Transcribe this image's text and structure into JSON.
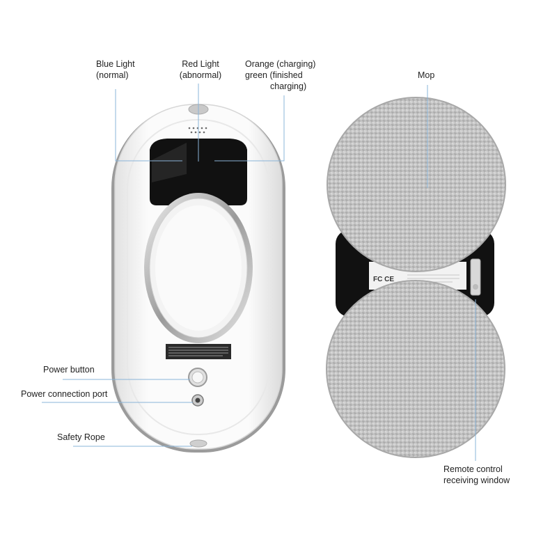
{
  "callouts": {
    "blue_light": [
      "Blue Light",
      "(normal)"
    ],
    "red_light": [
      "Red Light",
      "(abnormal)"
    ],
    "orange_light": [
      "Orange (charging)",
      "green (finished",
      "charging)"
    ],
    "mop": "Mop",
    "power_button": "Power button",
    "power_port": "Power connection port",
    "safety_rope": "Safety Rope",
    "remote_window": [
      "Remote control",
      "receiving window"
    ]
  },
  "back_label": {
    "cert": "FC CE"
  },
  "colors": {
    "body": "#f4f4f4",
    "screen": "#111111",
    "mop_fabric": "#c8c8c8",
    "leader_line": "#8ab4d8"
  }
}
